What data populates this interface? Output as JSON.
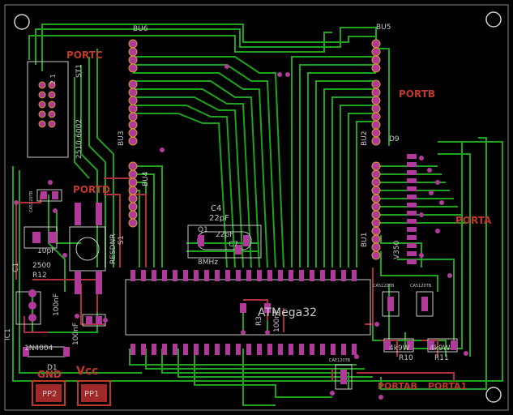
{
  "board": {
    "colors": {
      "background": "#000000",
      "trace": "#1fa31f",
      "trace_red": "#b0303a",
      "pad": "#b03a9a",
      "silk": "#c8c8c8",
      "port_label": "#c0392b"
    }
  },
  "port_labels": {
    "portc": "PORTC",
    "portd": "PORTD",
    "portb": "PORTB",
    "porta": "PORTA",
    "portab": "PORTAB",
    "porta1": "PORTA1",
    "gnd": "GND",
    "vcc": "Vcc"
  },
  "components": {
    "bu6": "BU6",
    "bu5": "BU5",
    "bu3": "BU3",
    "bu4": "BU4",
    "bu2": "BU2",
    "bu1": "BU1",
    "st1": "ST1",
    "st1_part": "2510-6002",
    "st1_pins": "2 1",
    "c4": "C4",
    "c4_val": "22pF",
    "c5_val": "22pF",
    "q1": "Q1",
    "q1_freq": "8MHz",
    "mcu": "ATMega32",
    "s1": "S1",
    "s1_part": "RESDNR",
    "c1": "C1",
    "c1_val": "2500",
    "c2_val": "10pF",
    "r1": "R12",
    "ic1": "IC1",
    "d1": "D1",
    "d1_part": "1N4004",
    "cap_val_1": "100nF",
    "cap_val_2": "100nF",
    "cap_val_3": "100nF",
    "r10": "R10",
    "r11": "R11",
    "r10_val": "4k9W",
    "r11_val": "4k9W",
    "d9": "D9",
    "led_part": "CA5120TB",
    "led_part_2": "CA5120TB",
    "led_part_3": "CA5120TB",
    "led_part_4": "CAE120TB",
    "r_array": "V350",
    "pp1": "PP1",
    "pp2": "PP2",
    "cv": "C7",
    "r_mcu": "R3"
  }
}
